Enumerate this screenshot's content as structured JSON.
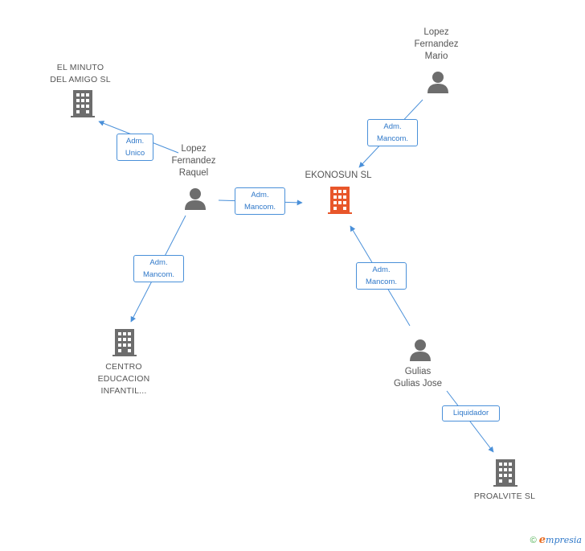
{
  "nodes": {
    "main_company": {
      "label": "EKONOSUN SL",
      "icon": "building-icon",
      "color": "#e8562a"
    },
    "minuto": {
      "label_line1": "EL MINUTO",
      "label_line2": "DEL AMIGO SL",
      "icon": "building-icon"
    },
    "centro": {
      "label_line1": "CENTRO",
      "label_line2": "EDUCACION",
      "label_line3": "INFANTIL...",
      "icon": "building-icon"
    },
    "proalvite": {
      "label": "PROALVITE  SL",
      "icon": "building-icon"
    },
    "raquel": {
      "label_line1": "Lopez",
      "label_line2": "Fernandez",
      "label_line3": "Raquel",
      "icon": "person-icon"
    },
    "mario": {
      "label_line1": "Lopez",
      "label_line2": "Fernandez",
      "label_line3": "Mario",
      "icon": "person-icon"
    },
    "gulias": {
      "label_line1": "Gulias",
      "label_line2": "Gulias Jose",
      "icon": "person-icon"
    }
  },
  "relations": {
    "raquel_minuto": {
      "line1": "Adm.",
      "line2": "Unico"
    },
    "raquel_ekonosun": {
      "line1": "Adm.",
      "line2": "Mancom."
    },
    "raquel_centro": {
      "line1": "Adm.",
      "line2": "Mancom."
    },
    "mario_ekonosun": {
      "line1": "Adm.",
      "line2": "Mancom."
    },
    "gulias_ekonosun": {
      "line1": "Adm.",
      "line2": "Mancom."
    },
    "gulias_proalvite": {
      "line1": "Liquidador"
    }
  },
  "colors": {
    "edge": "#4a90d9",
    "node_gray": "#6d6d6d",
    "main": "#e8562a"
  },
  "watermark": {
    "copyright": "©",
    "brand_initial": "e",
    "brand_rest": "mpresia"
  }
}
